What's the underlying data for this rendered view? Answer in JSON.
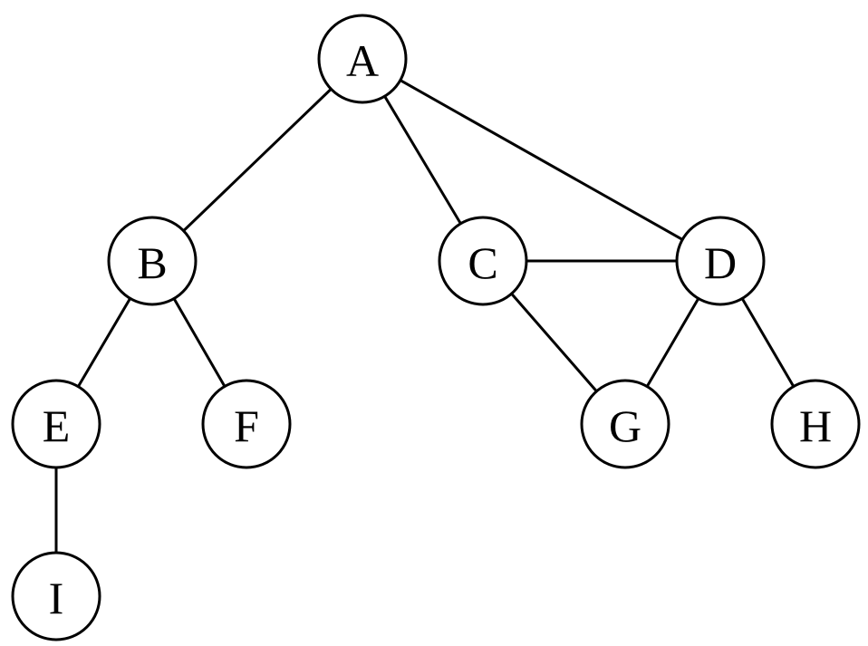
{
  "graph": {
    "nodes": [
      {
        "id": "A",
        "label": "A"
      },
      {
        "id": "B",
        "label": "B"
      },
      {
        "id": "C",
        "label": "C"
      },
      {
        "id": "D",
        "label": "D"
      },
      {
        "id": "E",
        "label": "E"
      },
      {
        "id": "F",
        "label": "F"
      },
      {
        "id": "G",
        "label": "G"
      },
      {
        "id": "H",
        "label": "H"
      },
      {
        "id": "I",
        "label": "I"
      }
    ],
    "edges": [
      {
        "from": "A",
        "to": "B"
      },
      {
        "from": "A",
        "to": "C"
      },
      {
        "from": "A",
        "to": "D"
      },
      {
        "from": "B",
        "to": "E"
      },
      {
        "from": "B",
        "to": "F"
      },
      {
        "from": "C",
        "to": "D"
      },
      {
        "from": "C",
        "to": "G"
      },
      {
        "from": "D",
        "to": "G"
      },
      {
        "from": "D",
        "to": "H"
      },
      {
        "from": "E",
        "to": "I"
      }
    ]
  },
  "colors": {
    "line": "#000000",
    "node_fill": "#ffffff",
    "text": "#000000"
  }
}
